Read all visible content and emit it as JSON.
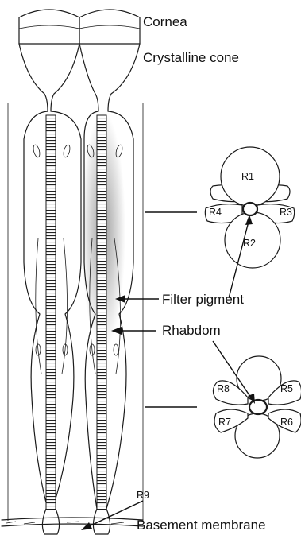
{
  "labels": {
    "cornea": "Cornea",
    "crystalline_cone": "Crystalline cone",
    "filter_pigment": "Filter pigment",
    "rhabdom": "Rhabdom",
    "r9": "R9",
    "basement_membrane": "Basement membrane"
  },
  "upper_section": {
    "cells": [
      "R1",
      "R2",
      "R3",
      "R4"
    ]
  },
  "lower_section": {
    "cells": [
      "R5",
      "R6",
      "R7",
      "R8"
    ]
  },
  "colors": {
    "line": "#1a1a1a",
    "pigment": "#9a9a9a",
    "background": "#ffffff"
  }
}
